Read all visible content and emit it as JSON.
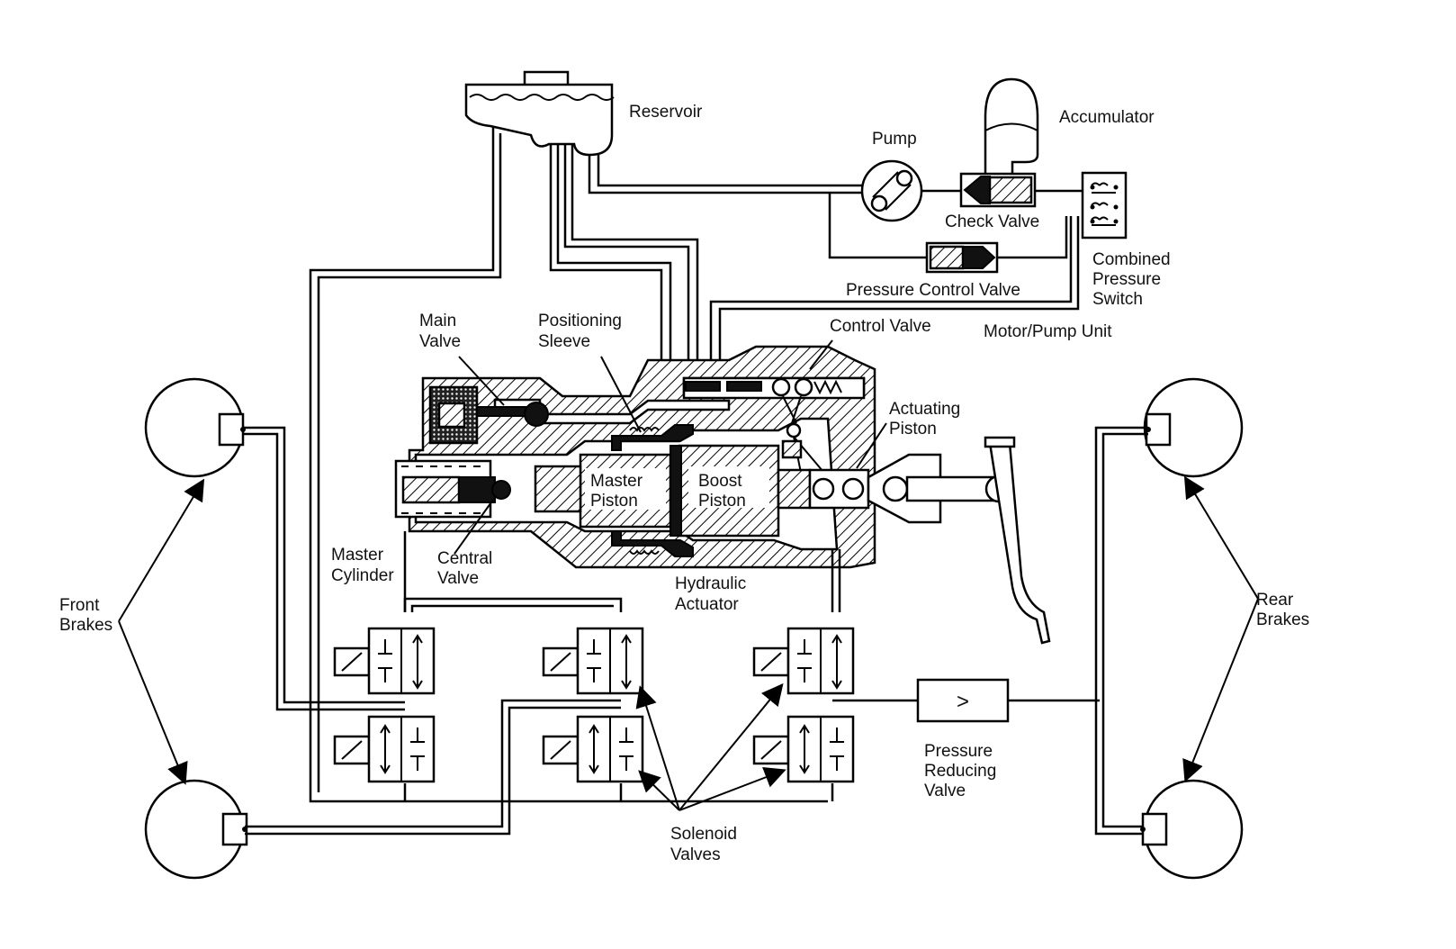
{
  "labels": {
    "reservoir": "Reservoir",
    "accumulator": "Accumulator",
    "pump": "Pump",
    "check_valve": "Check Valve",
    "combined_pressure_switch": [
      "Combined",
      "Pressure",
      "Switch"
    ],
    "pressure_control_valve": "Pressure Control Valve",
    "motor_pump_unit": "Motor/Pump Unit",
    "main_valve": [
      "Main",
      "Valve"
    ],
    "positioning_sleeve": [
      "Positioning",
      "Sleeve"
    ],
    "control_valve": "Control Valve",
    "actuating_piston": [
      "Actuating",
      "Piston"
    ],
    "master_piston": [
      "Master",
      "Piston"
    ],
    "boost_piston": [
      "Boost",
      "Piston"
    ],
    "master_cylinder": [
      "Master",
      "Cylinder"
    ],
    "central_valve": [
      "Central",
      "Valve"
    ],
    "hydraulic_actuator": [
      "Hydraulic",
      "Actuator"
    ],
    "front_brakes": [
      "Front",
      "Brakes"
    ],
    "rear_brakes": [
      "Rear",
      "Brakes"
    ],
    "solenoid_valves": [
      "Solenoid",
      "Valves"
    ],
    "pressure_reducing_valve": [
      "Pressure",
      "Reducing",
      "Valve"
    ]
  },
  "icons": {
    "pressure_reducing_symbol": ">"
  }
}
